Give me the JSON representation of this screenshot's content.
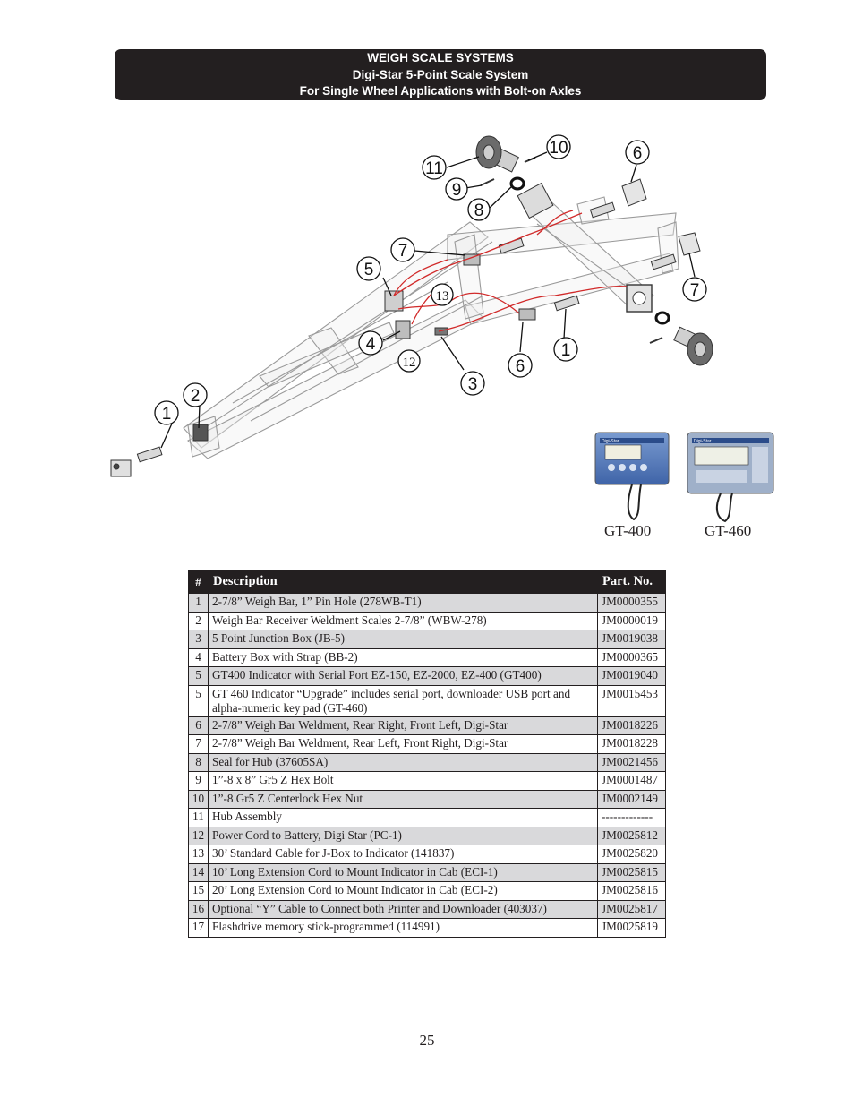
{
  "header": {
    "line1": "WEIGH SCALE SYSTEMS",
    "line2": "Digi-Star 5-Point Scale System",
    "line3": "For Single Wheel Applications with Bolt-on Axles"
  },
  "callouts": [
    "1",
    "2",
    "3",
    "4",
    "5",
    "6",
    "7",
    "8",
    "9",
    "10",
    "11",
    "12",
    "13"
  ],
  "indicators": [
    {
      "label": "GT-400",
      "brand": "Digi-Star"
    },
    {
      "label": "GT-460",
      "brand": "Digi-Star"
    }
  ],
  "table": {
    "headers": {
      "num": "#",
      "description": "Description",
      "part": "Part. No."
    },
    "rows": [
      {
        "num": "1",
        "description": "2-7/8” Weigh Bar, 1” Pin Hole (278WB-T1)",
        "part": "JM0000355"
      },
      {
        "num": "2",
        "description": "Weigh Bar Receiver Weldment Scales 2-7/8” (WBW-278)",
        "part": "JM0000019"
      },
      {
        "num": "3",
        "description": "5 Point Junction Box (JB-5)",
        "part": "JM0019038"
      },
      {
        "num": "4",
        "description": "Battery Box with Strap (BB-2)",
        "part": "JM0000365"
      },
      {
        "num": "5",
        "description": "GT400 Indicator with Serial Port EZ-150, EZ-2000, EZ-400 (GT400)",
        "part": "JM0019040"
      },
      {
        "num": "5",
        "description": "GT 460 Indicator “Upgrade” includes serial port, downloader USB port and alpha-numeric key pad (GT-460)",
        "part": "JM0015453"
      },
      {
        "num": "6",
        "description": "2-7/8” Weigh Bar Weldment, Rear Right, Front Left, Digi-Star",
        "part": "JM0018226"
      },
      {
        "num": "7",
        "description": "2-7/8” Weigh Bar Weldment, Rear Left, Front Right, Digi-Star",
        "part": "JM0018228"
      },
      {
        "num": "8",
        "description": "Seal for Hub (37605SA)",
        "part": "JM0021456"
      },
      {
        "num": "9",
        "description": "1”-8 x 8” Gr5 Z Hex Bolt",
        "part": "JM0001487"
      },
      {
        "num": "10",
        "description": "1”-8 Gr5 Z Centerlock Hex Nut",
        "part": "JM0002149"
      },
      {
        "num": "11",
        "description": "Hub Assembly",
        "part": "-------------"
      },
      {
        "num": "12",
        "description": "Power Cord to Battery, Digi Star (PC-1)",
        "part": "JM0025812"
      },
      {
        "num": "13",
        "description": "30’ Standard Cable for J-Box to Indicator (141837)",
        "part": "JM0025820"
      },
      {
        "num": "14",
        "description": "10’ Long Extension Cord to Mount Indicator in Cab (ECI-1)",
        "part": "JM0025815"
      },
      {
        "num": "15",
        "description": "20’ Long Extension Cord to Mount Indicator in Cab (ECI-2)",
        "part": "JM0025816"
      },
      {
        "num": "16",
        "description": "Optional “Y” Cable to Connect both Printer and Downloader (403037)",
        "part": "JM0025817"
      },
      {
        "num": "17",
        "description": "Flashdrive memory stick-programmed (114991)",
        "part": "JM0025819"
      }
    ]
  },
  "page_number": "25"
}
